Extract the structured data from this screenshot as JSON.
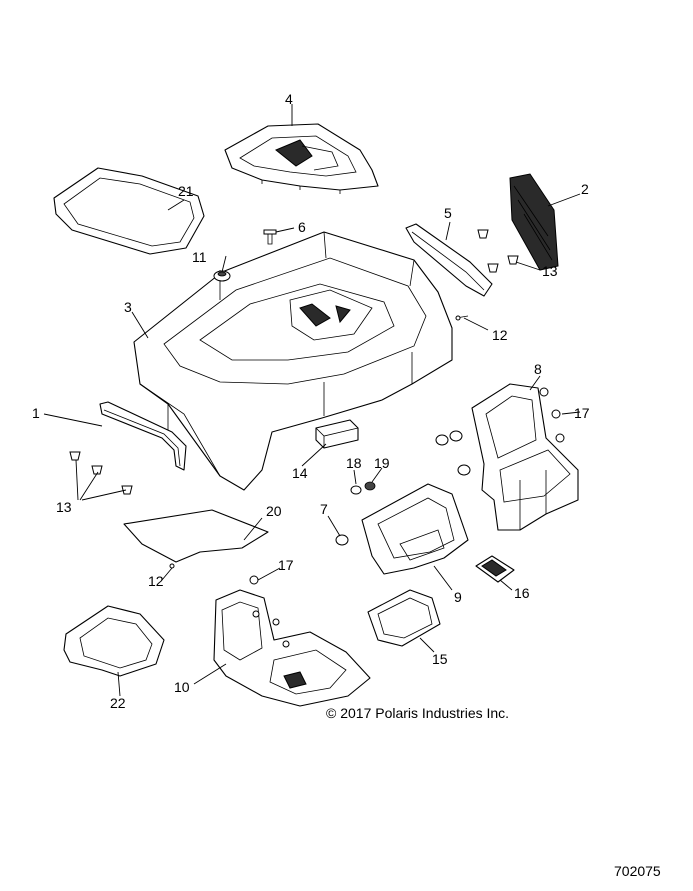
{
  "diagram": {
    "copyright": "© 2017 Polaris Industries Inc.",
    "part_number": "702075",
    "callouts": [
      {
        "id": "c4",
        "label": "4"
      },
      {
        "id": "c2",
        "label": "2"
      },
      {
        "id": "c21",
        "label": "21"
      },
      {
        "id": "c5",
        "label": "5"
      },
      {
        "id": "c6",
        "label": "6"
      },
      {
        "id": "c11",
        "label": "11"
      },
      {
        "id": "c13a",
        "label": "13"
      },
      {
        "id": "c3",
        "label": "3"
      },
      {
        "id": "c12a",
        "label": "12"
      },
      {
        "id": "c8",
        "label": "8"
      },
      {
        "id": "c1",
        "label": "1"
      },
      {
        "id": "c17a",
        "label": "17"
      },
      {
        "id": "c14",
        "label": "14"
      },
      {
        "id": "c18",
        "label": "18"
      },
      {
        "id": "c19",
        "label": "19"
      },
      {
        "id": "c13b",
        "label": "13"
      },
      {
        "id": "c7",
        "label": "7"
      },
      {
        "id": "c20",
        "label": "20"
      },
      {
        "id": "c9",
        "label": "9"
      },
      {
        "id": "c16",
        "label": "16"
      },
      {
        "id": "c12b",
        "label": "12"
      },
      {
        "id": "c17b",
        "label": "17"
      },
      {
        "id": "c15",
        "label": "15"
      },
      {
        "id": "c10",
        "label": "10"
      },
      {
        "id": "c22",
        "label": "22"
      }
    ]
  }
}
